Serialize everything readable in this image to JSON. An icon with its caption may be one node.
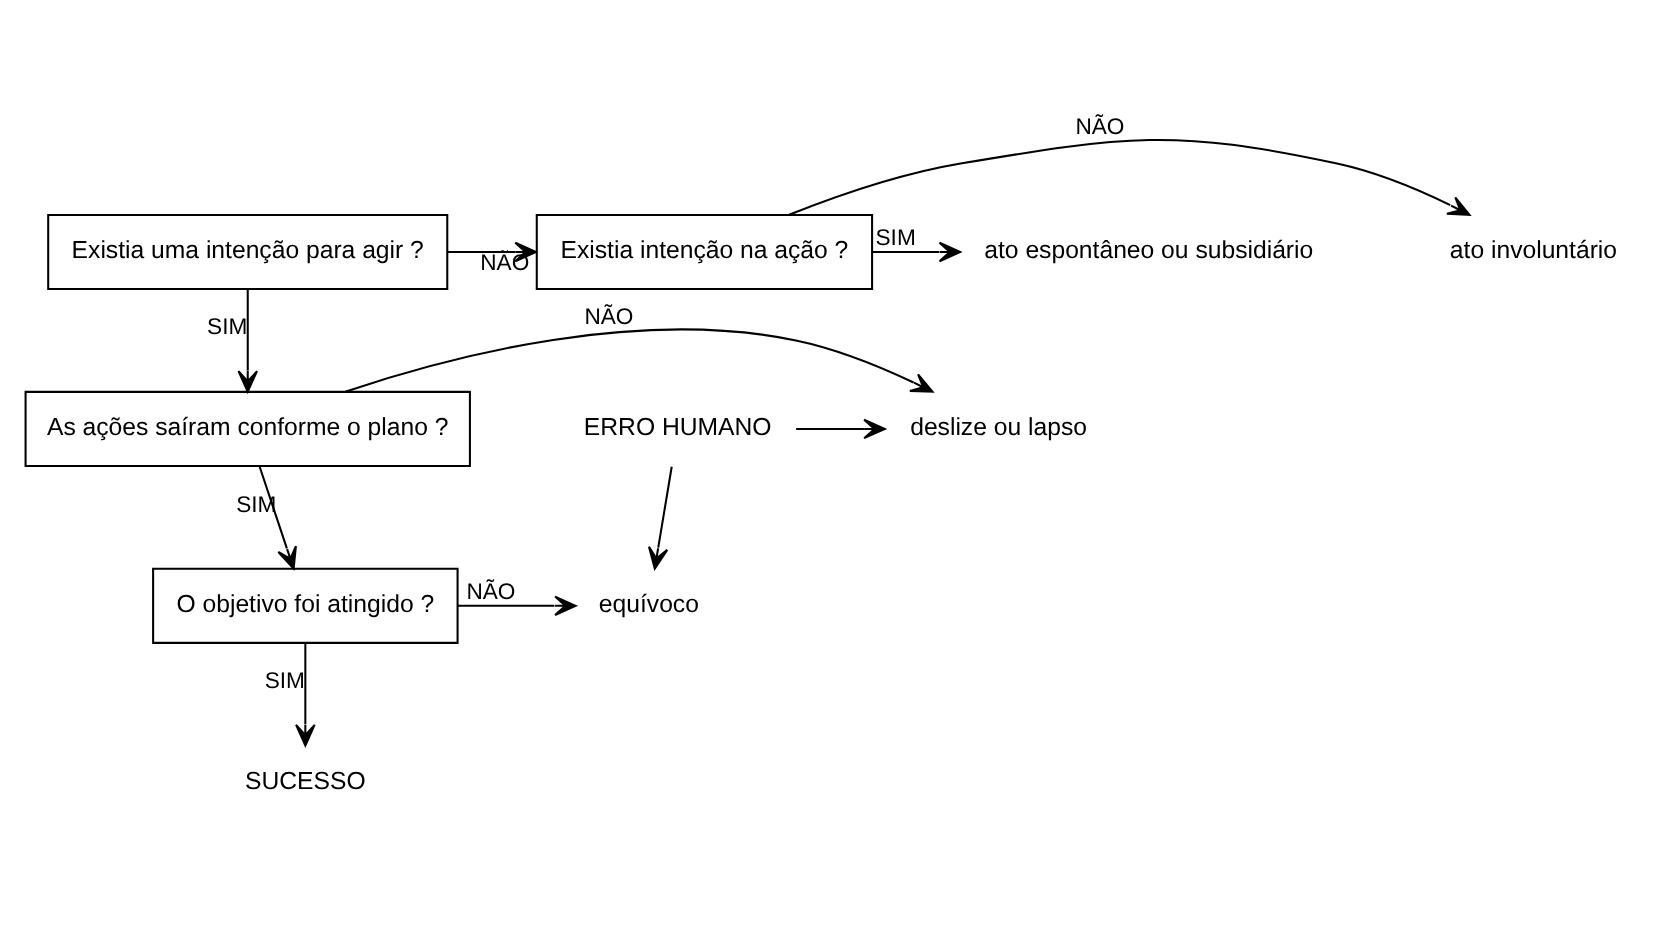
{
  "diagram": {
    "nodes": [
      {
        "text": [
          "Existia uma intenção para agir ?"
        ]
      },
      {
        "text": [
          "Existia intenção na ação ?"
        ]
      },
      {
        "text": [
          "ato involuntário"
        ]
      },
      {
        "text": [
          "ato espontâneo ou subsidiário"
        ]
      },
      {
        "text": [
          "As ações saíram conforme o plano ?"
        ]
      },
      {
        "text": [
          "deslize ou lapso"
        ]
      },
      {
        "text": [
          "O objetivo foi atingido ?"
        ]
      },
      {
        "text": [
          "equívoco"
        ]
      },
      {
        "text": [
          "ERRO HUMANO"
        ]
      },
      {
        "text": [
          "SUCESSO"
        ]
      }
    ],
    "edges": [
      {
        "from": 0,
        "to": 1,
        "arrow": "to",
        "label": "NÃO"
      },
      {
        "from": 1,
        "to": 2,
        "arrow": "to",
        "label": "NÃO"
      },
      {
        "from": 1,
        "to": 3,
        "arrow": "to",
        "label": "SIM"
      },
      {
        "from": 0,
        "to": 4,
        "arrow": "to",
        "label": "SIM"
      },
      {
        "from": 4,
        "to": 5,
        "arrow": "to",
        "label": "NÃO"
      },
      {
        "from": 4,
        "to": 6,
        "arrow": "to",
        "label": "SIM"
      },
      {
        "from": 6,
        "to": 7,
        "arrow": "to",
        "label": "NÃO"
      },
      {
        "from": 6,
        "to": 9,
        "arrow": "to",
        "label": "SIM"
      },
      {
        "from": 8,
        "to": 5,
        "arrow": "to"
      },
      {
        "from": 8,
        "to": 7,
        "arrow": "to"
      }
    ]
  }
}
